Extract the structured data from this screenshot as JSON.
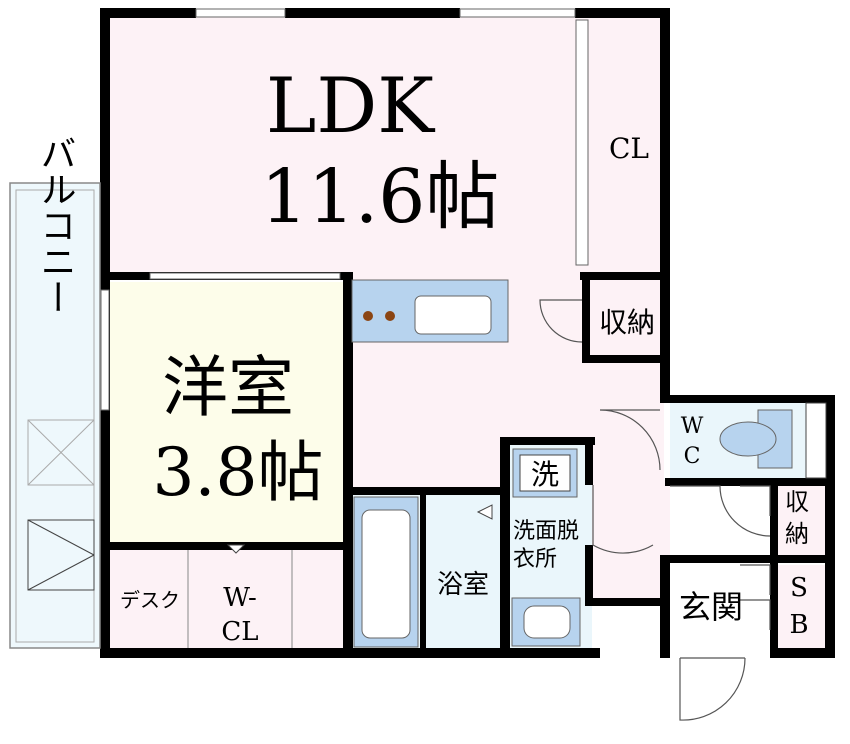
{
  "rooms": {
    "ldk": {
      "name": "LDK",
      "size": "11.6帖"
    },
    "western": {
      "name": "洋室",
      "size": "3.8帖"
    },
    "closet": "CL",
    "storage_ldk": "収納",
    "balcony": "バルコニー",
    "desk": "デスク",
    "wcl": {
      "line1": "W-",
      "line2": "CL"
    },
    "bath": "浴室",
    "washroom": {
      "line1": "洗面脱",
      "line2": "衣所"
    },
    "washer": "洗",
    "toilet": {
      "line1": "W",
      "line2": "C"
    },
    "storage_entry": {
      "line1": "収",
      "line2": "納"
    },
    "entrance": "玄関",
    "shoe_box": {
      "line1": "S",
      "line2": "B"
    }
  },
  "colors": {
    "ldk": "#fdf2f6",
    "western": "#fdfdea",
    "balcony": "#eef8fc",
    "bath": "#eaf6fb",
    "fixture": "#b7d3ee",
    "wall": "#000000"
  }
}
